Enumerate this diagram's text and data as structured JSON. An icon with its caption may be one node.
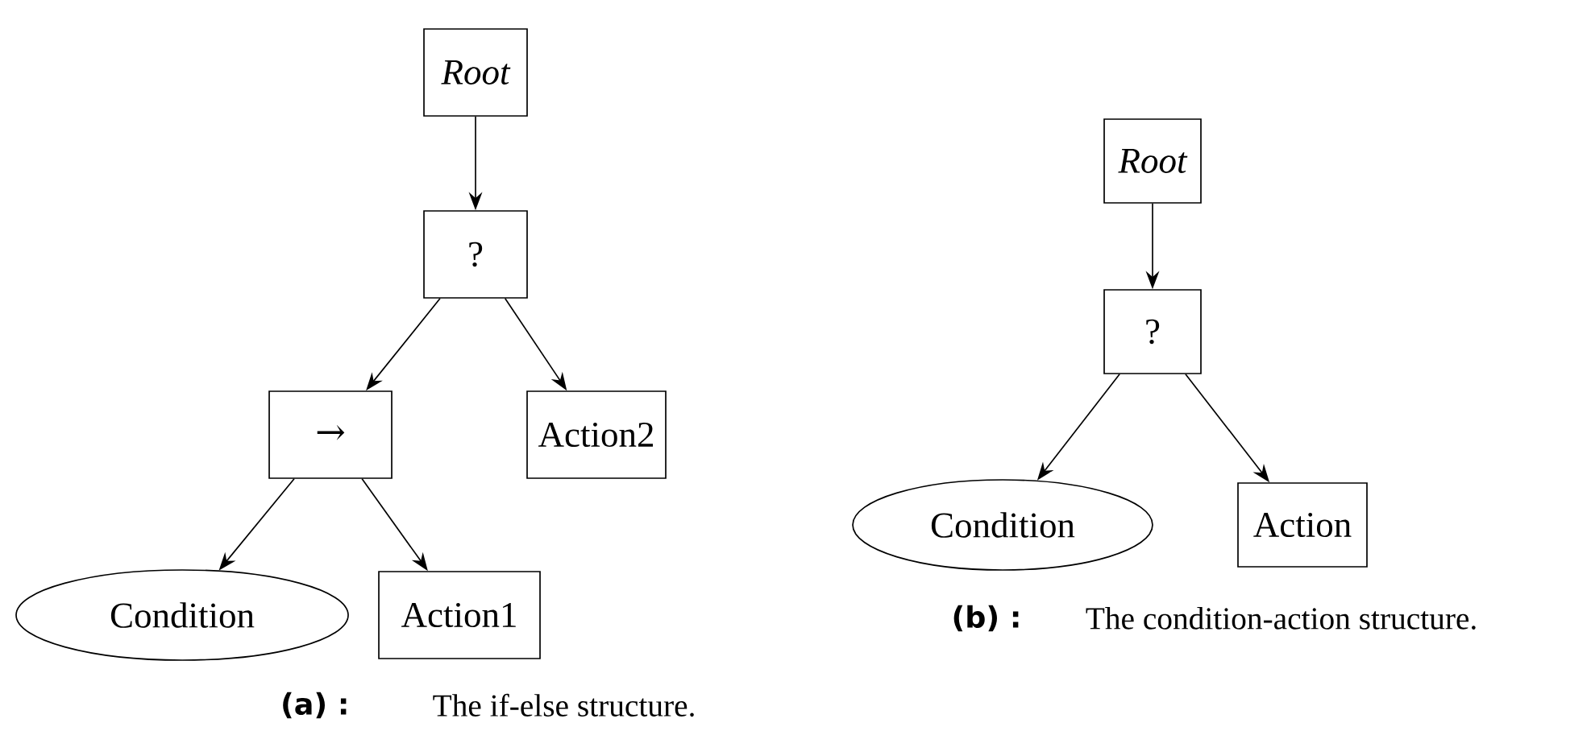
{
  "diagram": {
    "nodes": [
      {
        "text": [
          "Root"
        ]
      },
      {
        "text": [
          "?"
        ]
      },
      {
        "text": [
          "→"
        ]
      },
      {
        "text": [
          "Action2"
        ]
      },
      {
        "text": [
          "Condition"
        ]
      },
      {
        "text": [
          "Action1"
        ]
      },
      {
        "text": [
          "Root"
        ]
      },
      {
        "text": [
          "?"
        ]
      },
      {
        "text": [
          "Condition"
        ]
      },
      {
        "text": [
          "Action"
        ]
      }
    ],
    "edges": [
      {
        "from": 0,
        "to": 1,
        "arrow": "to"
      },
      {
        "from": 1,
        "to": 2,
        "arrow": "to"
      },
      {
        "from": 1,
        "to": 3,
        "arrow": "to"
      },
      {
        "from": 2,
        "to": 4,
        "arrow": "to"
      },
      {
        "from": 2,
        "to": 5,
        "arrow": "to"
      },
      {
        "from": 6,
        "to": 7,
        "arrow": "to"
      },
      {
        "from": 7,
        "to": 8,
        "arrow": "to"
      },
      {
        "from": 7,
        "to": 9,
        "arrow": "to"
      }
    ],
    "labels": [
      "(a) :",
      "The if-else structure.",
      "(b) :",
      "The condition-action structure."
    ]
  }
}
